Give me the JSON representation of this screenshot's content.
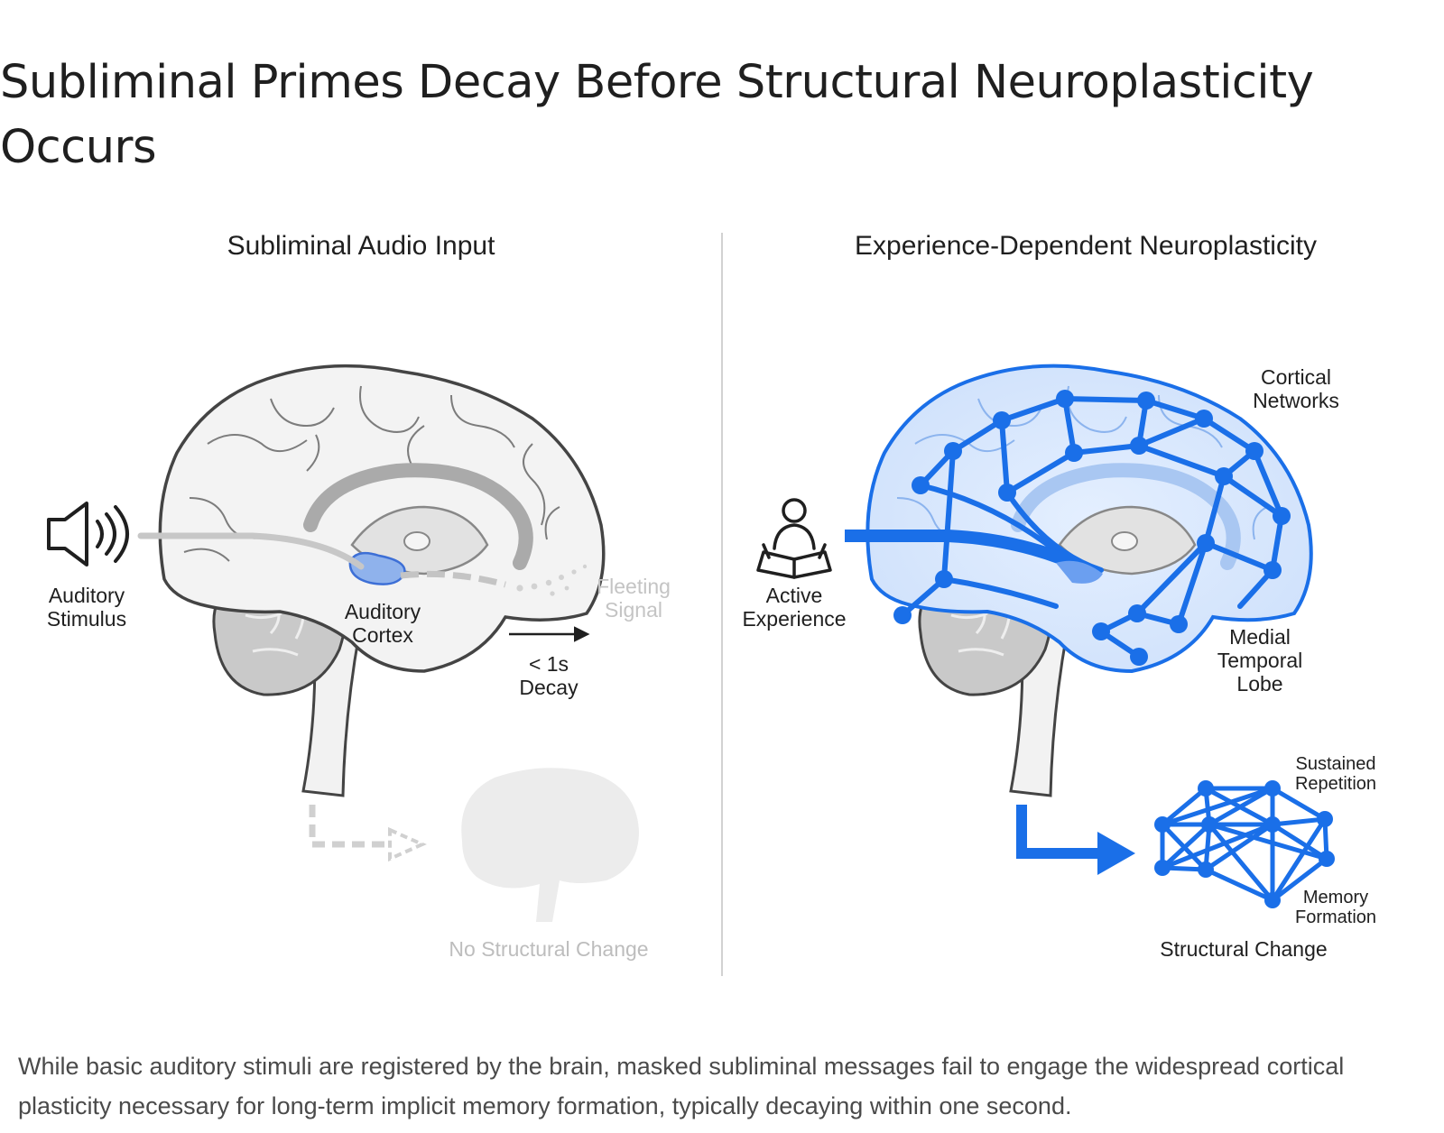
{
  "title": "Subliminal Primes Decay Before Structural Neuroplasticity Occurs",
  "caption": "While basic auditory stimuli are registered by the brain, masked subliminal messages fail to engage the widespread cortical plasticity necessary for long-term implicit memory formation, typically decaying within one second.",
  "colors": {
    "accent": "#1a6fe8",
    "brain_fill": "#f1f1f1",
    "faded": "#c8c8c8",
    "text": "#1f1f1f"
  },
  "left_panel": {
    "heading": "Subliminal Audio Input",
    "stimulus_line1": "Auditory",
    "stimulus_line2": "Stimulus",
    "cortex_line1": "Auditory",
    "cortex_line2": "Cortex",
    "fleeting_line1": "Fleeting",
    "fleeting_line2": "Signal",
    "decay_line1": "< 1s",
    "decay_line2": "Decay",
    "outcome": "No Structural Change",
    "icons": [
      "speaker-icon",
      "faded-brain-icon"
    ]
  },
  "right_panel": {
    "heading": "Experience-Dependent Neuroplasticity",
    "cortical_line1": "Cortical",
    "cortical_line2": "Networks",
    "experience_line1": "Active",
    "experience_line2": "Experience",
    "mtl_line1": "Medial",
    "mtl_line2": "Temporal",
    "mtl_line3": "Lobe",
    "sustained_line1": "Sustained",
    "sustained_line2": "Repetition",
    "memory_line1": "Memory",
    "memory_line2": "Formation",
    "outcome": "Structural Change",
    "icons": [
      "reading-person-icon",
      "network-graph-icon"
    ]
  }
}
